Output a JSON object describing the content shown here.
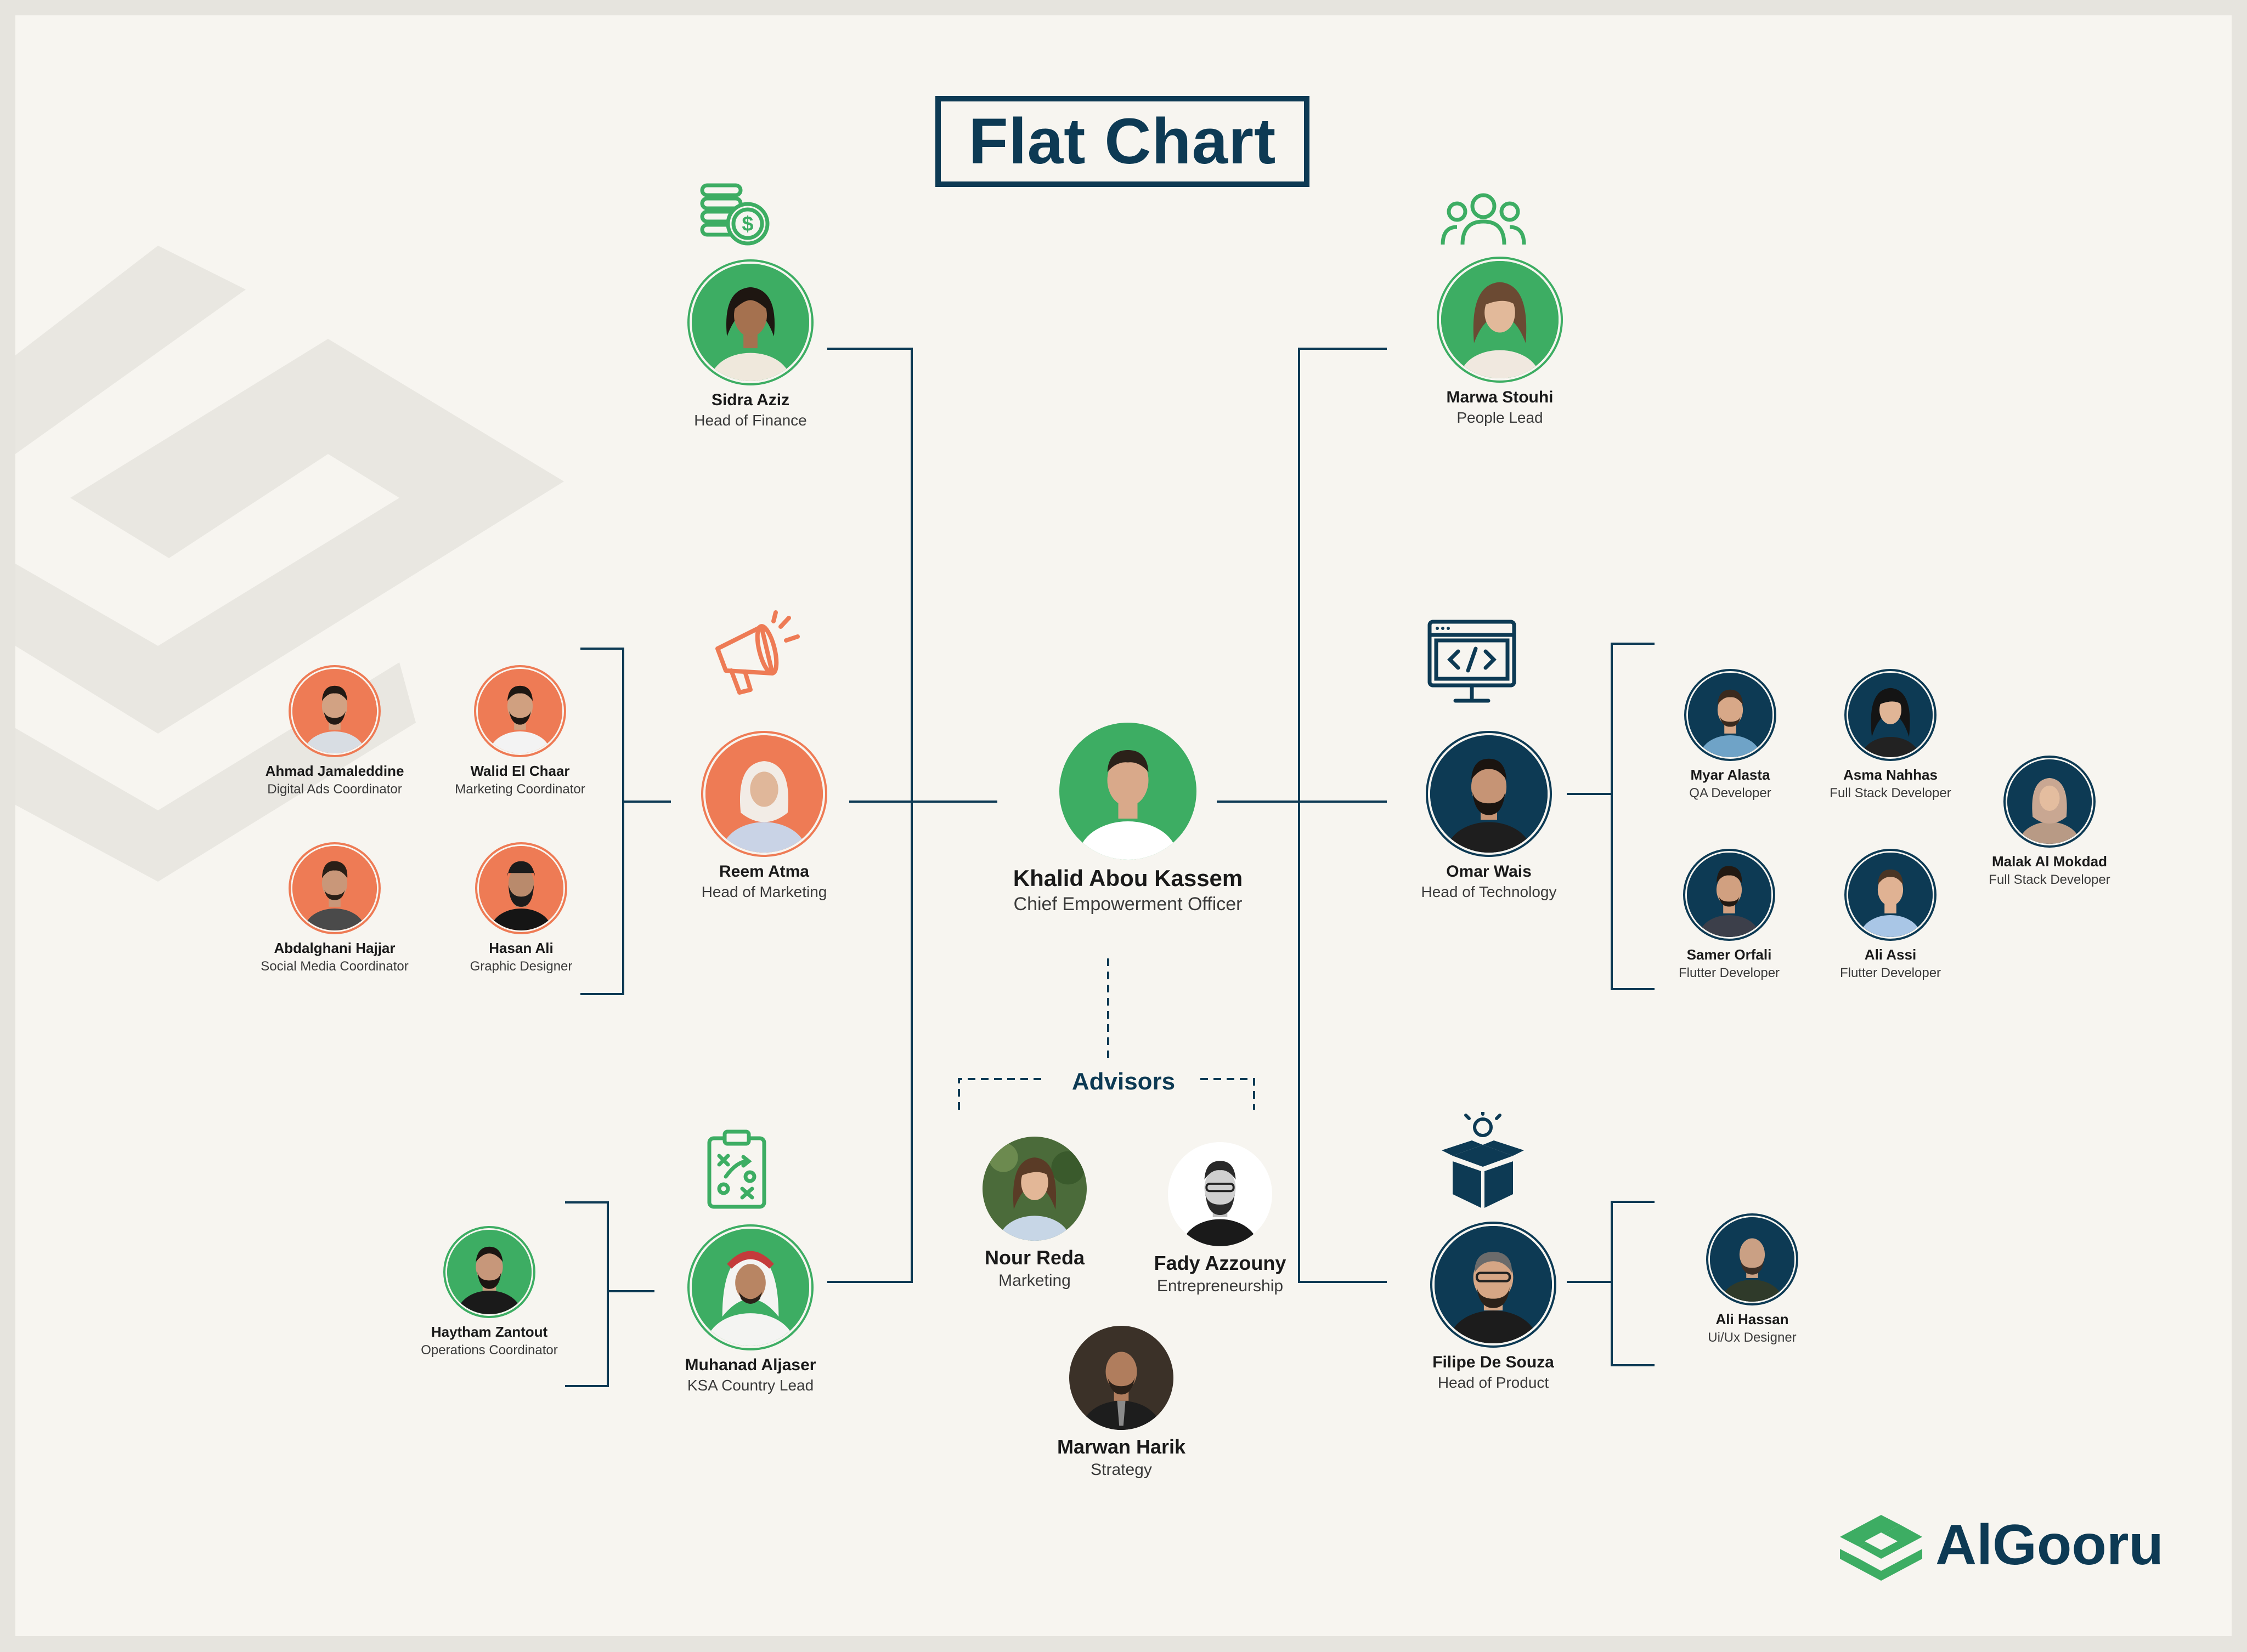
{
  "title": "Flat Chart",
  "advisors_label": "Advisors",
  "brand": "AlGooru",
  "colors": {
    "navy": "#0d3a54",
    "green": "#3dad63",
    "orange": "#ee7b55",
    "background": "#f7f5f0"
  },
  "ceo": {
    "name": "Khalid Abou Kassem",
    "role": "Chief Empowerment Officer"
  },
  "heads": {
    "finance": {
      "name": "Sidra Aziz",
      "role": "Head of Finance",
      "icon": "finance-coins-icon"
    },
    "marketing": {
      "name": "Reem Atma",
      "role": "Head of Marketing",
      "icon": "megaphone-icon"
    },
    "ksa": {
      "name": "Muhanad Aljaser",
      "role": "KSA Country Lead",
      "icon": "strategy-clipboard-icon"
    },
    "people": {
      "name": "Marwa Stouhi",
      "role": "People Lead",
      "icon": "people-group-icon"
    },
    "technology": {
      "name": "Omar Wais",
      "role": "Head of Technology",
      "icon": "code-monitor-icon"
    },
    "product": {
      "name": "Filipe De Souza",
      "role": "Head of Product",
      "icon": "product-box-icon"
    }
  },
  "marketing_team": [
    {
      "name": "Ahmad Jamaleddine",
      "role": "Digital Ads Coordinator"
    },
    {
      "name": "Walid El Chaar",
      "role": "Marketing Coordinator"
    },
    {
      "name": "Abdalghani Hajjar",
      "role": "Social Media Coordinator"
    },
    {
      "name": "Hasan Ali",
      "role": "Graphic Designer"
    }
  ],
  "ksa_team": [
    {
      "name": "Haytham Zantout",
      "role": "Operations Coordinator"
    }
  ],
  "tech_team": [
    {
      "name": "Myar Alasta",
      "role": "QA Developer"
    },
    {
      "name": "Asma Nahhas",
      "role": "Full Stack Developer"
    },
    {
      "name": "Malak Al Mokdad",
      "role": "Full Stack Developer"
    },
    {
      "name": "Samer Orfali",
      "role": "Flutter Developer"
    },
    {
      "name": "Ali Assi",
      "role": "Flutter Developer"
    }
  ],
  "product_team": [
    {
      "name": "Ali Hassan",
      "role": "Ui/Ux Designer"
    }
  ],
  "advisors": [
    {
      "name": "Nour Reda",
      "role": "Marketing"
    },
    {
      "name": "Fady Azzouny",
      "role": "Entrepreneurship"
    },
    {
      "name": "Marwan Harik",
      "role": "Strategy"
    }
  ]
}
